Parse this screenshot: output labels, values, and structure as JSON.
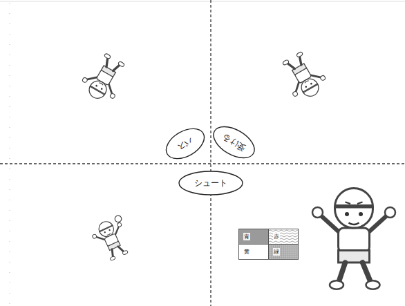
{
  "diagram": {
    "nodes": [
      {
        "text": [
          "パス"
        ]
      },
      {
        "text": [
          "受ける"
        ]
      },
      {
        "text": [
          "シュート"
        ]
      }
    ],
    "labels": [
      "青",
      "赤",
      "黄",
      "緑"
    ]
  }
}
